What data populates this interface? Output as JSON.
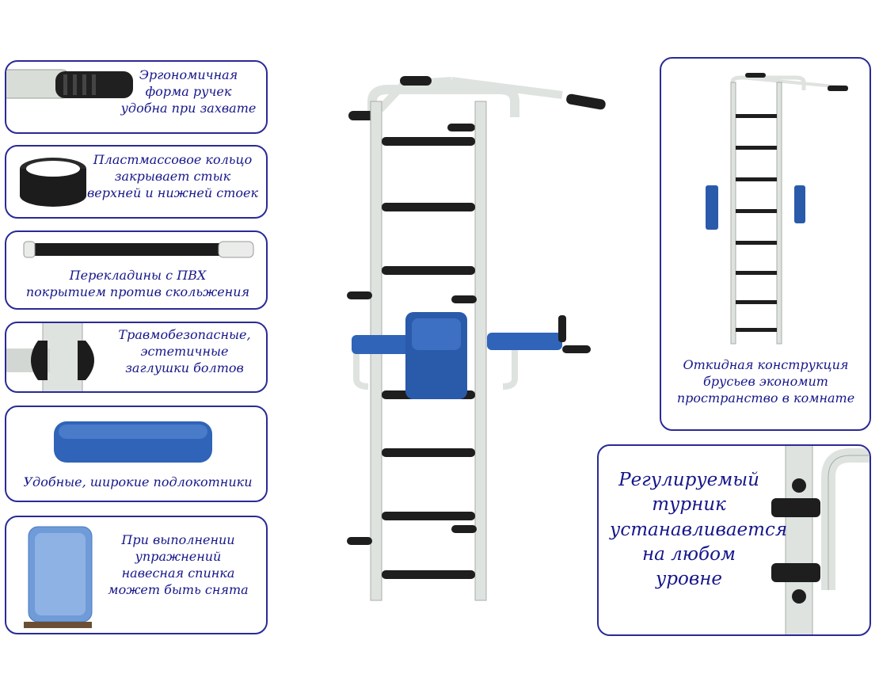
{
  "features": [
    {
      "id": "handles",
      "lines": [
        "Эргономичная",
        "форма ручек",
        "удобна при захвате"
      ]
    },
    {
      "id": "ring",
      "lines": [
        "Пластмассовое кольцо",
        "закрывает стык",
        "верхней и нижней стоек"
      ]
    },
    {
      "id": "rungs",
      "lines": [
        "Перекладины с ПВХ",
        "покрытием против скольжения"
      ]
    },
    {
      "id": "caps",
      "lines": [
        "Травмобезопасные,",
        "эстетичные",
        "заглушки болтов"
      ]
    },
    {
      "id": "pads",
      "lines": [
        "Удобные, широкие подлокотники"
      ]
    },
    {
      "id": "back",
      "lines": [
        "При выполнении",
        "упражнений",
        "навесная спинка",
        "может быть снята"
      ]
    }
  ],
  "folding": {
    "lines": [
      "Откидная конструкция",
      "брусьев экономит",
      "пространство в комнате"
    ]
  },
  "pullup": {
    "lines": [
      "Регулируемый",
      "турник",
      "устанавливается",
      "на любом",
      "уровне"
    ]
  },
  "colors": {
    "border": "#2a2a96",
    "text": "#16168a",
    "frame": "#dfe3df",
    "grip": "#1e1e1e",
    "pad": "#2f64b8"
  }
}
